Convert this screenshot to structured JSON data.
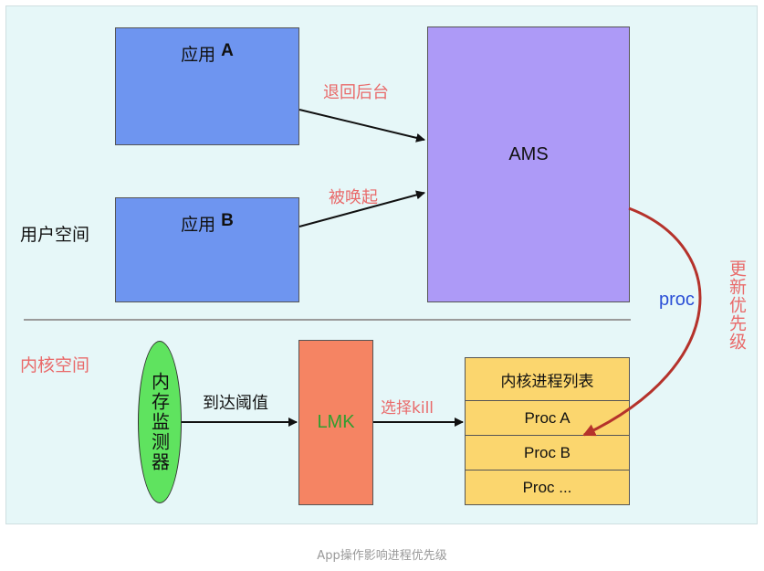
{
  "diagram": {
    "user_space_label": "用户空间",
    "kernel_space_label": "内核空间",
    "app_a": {
      "prefix": "应用",
      "letter": "A"
    },
    "app_b": {
      "prefix": "应用",
      "letter": "B"
    },
    "ams_label": "AMS",
    "edge_back_to_background": "退回后台",
    "edge_woken_up": "被唤起",
    "proc_label": "proc",
    "update_priority_label": "更新优先级",
    "memory_monitor_label": "内存监测器",
    "threshold_label": "到达阈值",
    "lmk_label": "LMK",
    "select_kill_label": "选择kill",
    "kernel_process_list": {
      "header": "内核进程列表",
      "items": [
        "Proc A",
        "Proc B",
        "Proc ..."
      ]
    },
    "colors": {
      "background": "#e6f7f8",
      "app_box": "#6e95f0",
      "ams_box": "#ad9af7",
      "lmk_box": "#f58463",
      "process_list": "#fbd66e",
      "monitor": "#5fe35f",
      "edge_label": "#e96a6a",
      "proc_label": "#2b4fd6",
      "curve_arrow": "#b5322b"
    }
  },
  "caption": "App操作影响进程优先级"
}
